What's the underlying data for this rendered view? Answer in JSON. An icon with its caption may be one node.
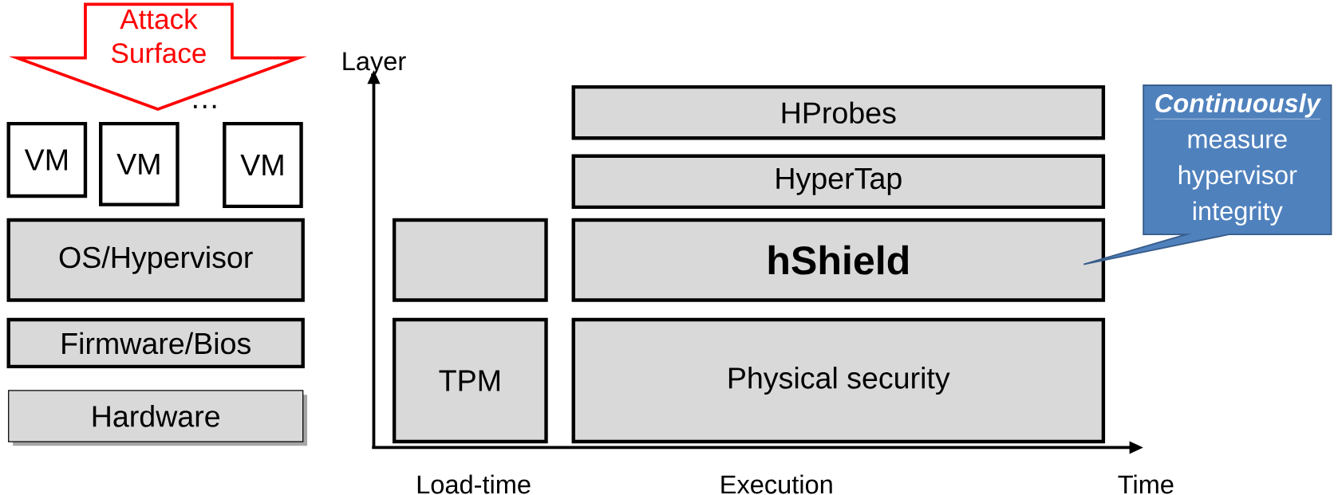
{
  "diagram": {
    "nodes": [
      {
        "text": [
          "Attack Surface"
        ]
      },
      {
        "text": [
          "VM"
        ]
      },
      {
        "text": [
          "VM"
        ]
      },
      {
        "text": [
          "VM"
        ]
      },
      {
        "text": [
          "OS/Hypervisor"
        ]
      },
      {
        "text": [
          "Firmware/Bios"
        ]
      },
      {
        "text": [
          "Hardware"
        ]
      },
      {
        "text": [
          "HProbes"
        ]
      },
      {
        "text": [
          "HyperTap"
        ]
      },
      {
        "text": [],
        "shape": "box"
      },
      {
        "text": [
          "hShield"
        ]
      },
      {
        "text": [
          "TPM"
        ]
      },
      {
        "text": [
          "Physical security"
        ]
      },
      {
        "text": [
          "Continuously",
          "measure hypervisor integrity"
        ]
      }
    ],
    "labels": [
      "…",
      "Layer",
      "Load-time",
      "Execution",
      "Time"
    ]
  }
}
